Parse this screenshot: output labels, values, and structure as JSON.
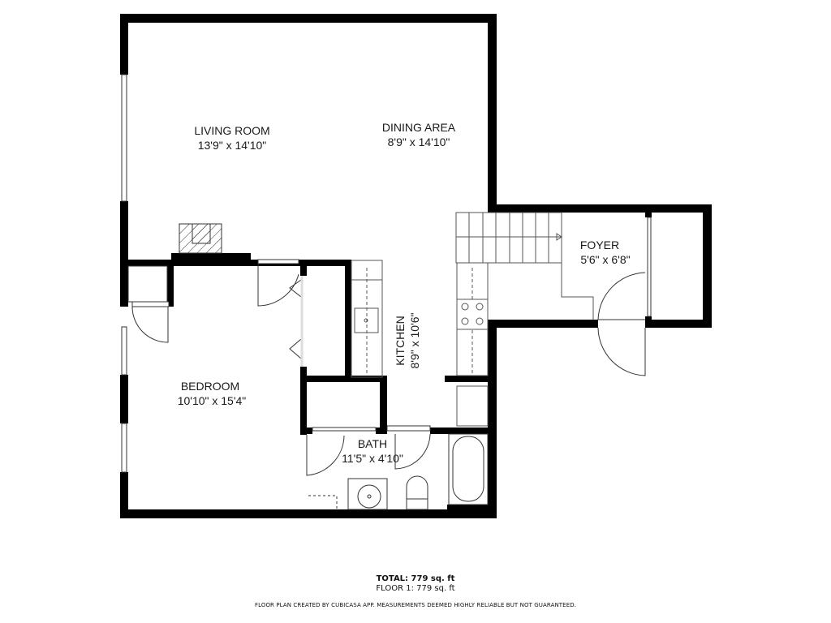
{
  "rooms": [
    {
      "name": "LIVING ROOM",
      "dims": "13'9\" x 14'10\""
    },
    {
      "name": "DINING AREA",
      "dims": "8'9\" x 14'10\""
    },
    {
      "name": "KITCHEN",
      "dims": "8'9\" x 10'6\""
    },
    {
      "name": "FOYER",
      "dims": "5'6\" x 6'8\""
    },
    {
      "name": "BEDROOM",
      "dims": "10'10\" x 15'4\""
    },
    {
      "name": "BATH",
      "dims": "11'5\" x 4'10\""
    }
  ],
  "summary": {
    "total": "TOTAL: 779 sq. ft",
    "floor": "FLOOR 1: 779 sq. ft"
  },
  "disclaimer": "FLOOR PLAN CREATED BY CUBICASA APP. MEASUREMENTS DEEMED HIGHLY RELIABLE BUT NOT GUARANTEED.",
  "colors": {
    "wall": "#000000",
    "line": "#333333",
    "background": "#ffffff"
  }
}
